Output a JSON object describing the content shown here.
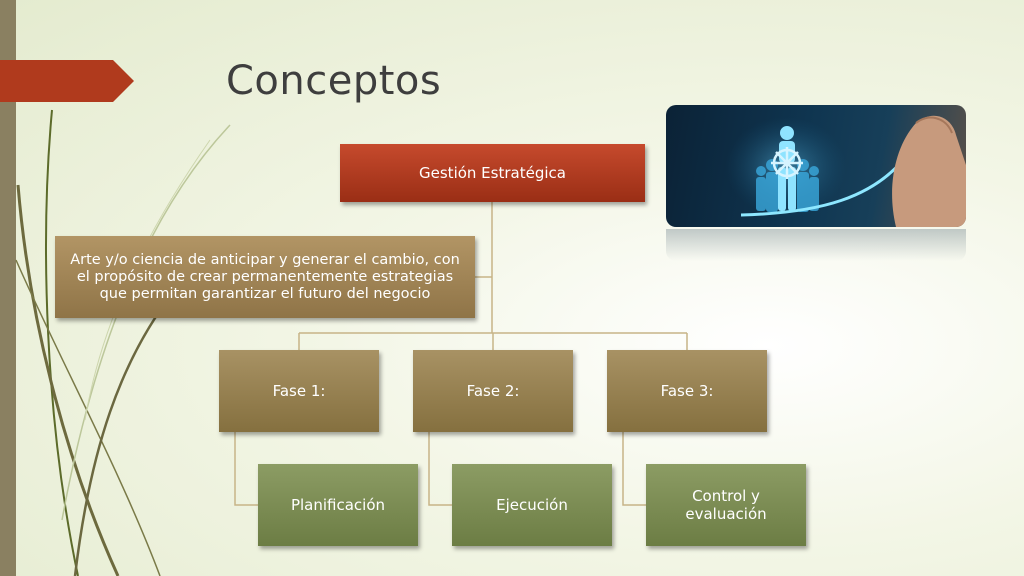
{
  "slide": {
    "title": "Conceptos",
    "accent_color": "#b03a1d",
    "bar_color": "#8a8061"
  },
  "diagram": {
    "root": {
      "label": "Gestión Estratégica",
      "color": "#b03a1d"
    },
    "description": {
      "label": "Arte y/o ciencia de anticipar y generar el cambio, con el propósito de crear permanentemente estrategias que permitan garantizar el futuro del negocio",
      "color": "#a08555"
    },
    "phases": [
      {
        "label": "Fase 1:",
        "child": "Planificación"
      },
      {
        "label": "Fase 2:",
        "child": "Ejecución"
      },
      {
        "label": "Fase 3:",
        "child": "Control y evaluación"
      }
    ],
    "phase_color": "#97804f",
    "child_color": "#7c8c54",
    "connector_color": "#c7b487"
  },
  "image": {
    "subject": "leader-with-helm-and-growth-chart",
    "icon": "business-leadership-photo"
  }
}
